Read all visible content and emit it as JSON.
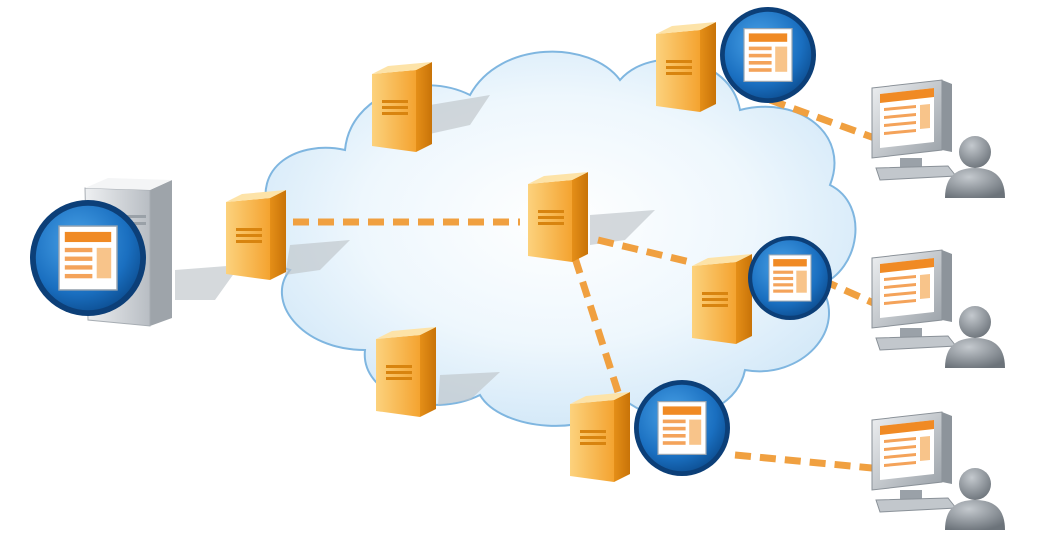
{
  "diagram": {
    "kind": "content-delivery-network",
    "colors": {
      "background": "#ffffff",
      "cloud_fill": "#dceefa",
      "cloud_edge": "#8ec3e6",
      "server_light": "#fbc465",
      "server_mid": "#f3a024",
      "server_dark": "#d27d0c",
      "link_dash": "#f0a040",
      "badge_blue": "#1a6fc0",
      "origin_server": "#c9cdd2",
      "monitor_gray": "#9ca3ab",
      "user_gray": "#7f868d"
    },
    "nodes": {
      "origin": {
        "icon": "origin-server-icon",
        "badge": "web-page-icon"
      },
      "edge_servers": [
        {
          "id": "cloud-top-left",
          "badge": false
        },
        {
          "id": "cloud-entry",
          "badge": false
        },
        {
          "id": "cloud-center",
          "badge": false
        },
        {
          "id": "cloud-bottom-left",
          "badge": false
        },
        {
          "id": "edge-top-right",
          "badge": true
        },
        {
          "id": "edge-middle-right",
          "badge": true
        },
        {
          "id": "edge-bottom",
          "badge": true
        }
      ],
      "clients": [
        {
          "id": "client-top",
          "icon": "monitor-icon",
          "user": "user-icon"
        },
        {
          "id": "client-middle",
          "icon": "monitor-icon",
          "user": "user-icon"
        },
        {
          "id": "client-bottom",
          "icon": "monitor-icon",
          "user": "user-icon"
        }
      ]
    },
    "links": [
      {
        "from": "cloud-entry",
        "to": "cloud-center"
      },
      {
        "from": "cloud-center",
        "to": "edge-middle-right"
      },
      {
        "from": "cloud-center",
        "to": "edge-bottom"
      },
      {
        "from": "edge-top-right",
        "to": "client-top"
      },
      {
        "from": "edge-middle-right",
        "to": "client-middle"
      },
      {
        "from": "edge-bottom",
        "to": "client-bottom"
      }
    ]
  }
}
